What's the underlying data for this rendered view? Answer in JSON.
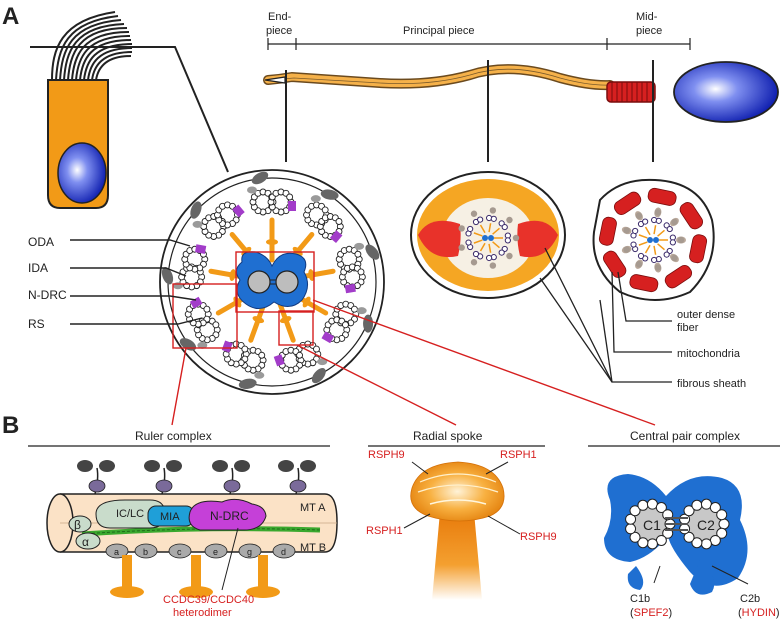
{
  "panel_a": {
    "letter": "A",
    "endpiece": [
      "End-",
      "piece"
    ],
    "principal": "Principal piece",
    "midpiece": [
      "Mid-",
      "piece"
    ],
    "left_labels": [
      "ODA",
      "IDA",
      "N-DRC",
      "RS"
    ],
    "right_labels": {
      "odf": [
        "outer dense",
        "fiber"
      ],
      "mito": "mitochondria",
      "fs": "fibrous sheath"
    }
  },
  "panel_b": {
    "letter": "B",
    "ruler": {
      "title": "Ruler complex",
      "iclc": "IC/LC",
      "mia": "MIA",
      "ndrc": "N-DRC",
      "beta": "β",
      "alpha": "α",
      "mta": "MT A",
      "mtb": "MT B",
      "sub": [
        "a",
        "b",
        "c",
        "e",
        "g",
        "d"
      ],
      "ccdc": [
        "CCDC39/CCDC40",
        "heterodimer"
      ]
    },
    "spoke": {
      "title": "Radial spoke",
      "rsph9_top": "RSPH9",
      "rsph1_top": "RSPH1",
      "rsph1_bot": "RSPH1",
      "rsph9_bot": "RSPH9"
    },
    "central": {
      "title": "Central pair complex",
      "c1": "C1",
      "c2": "C2",
      "c1b": "C1b",
      "c1b_gene": "SPEF2",
      "c2b": "C2b",
      "c2b_gene": "HYDIN"
    }
  },
  "colors": {
    "orange": "#f29a17",
    "blue": "#1f6fd1",
    "purple": "#a23cc9",
    "red": "#d62020",
    "green": "#3aa82e"
  }
}
